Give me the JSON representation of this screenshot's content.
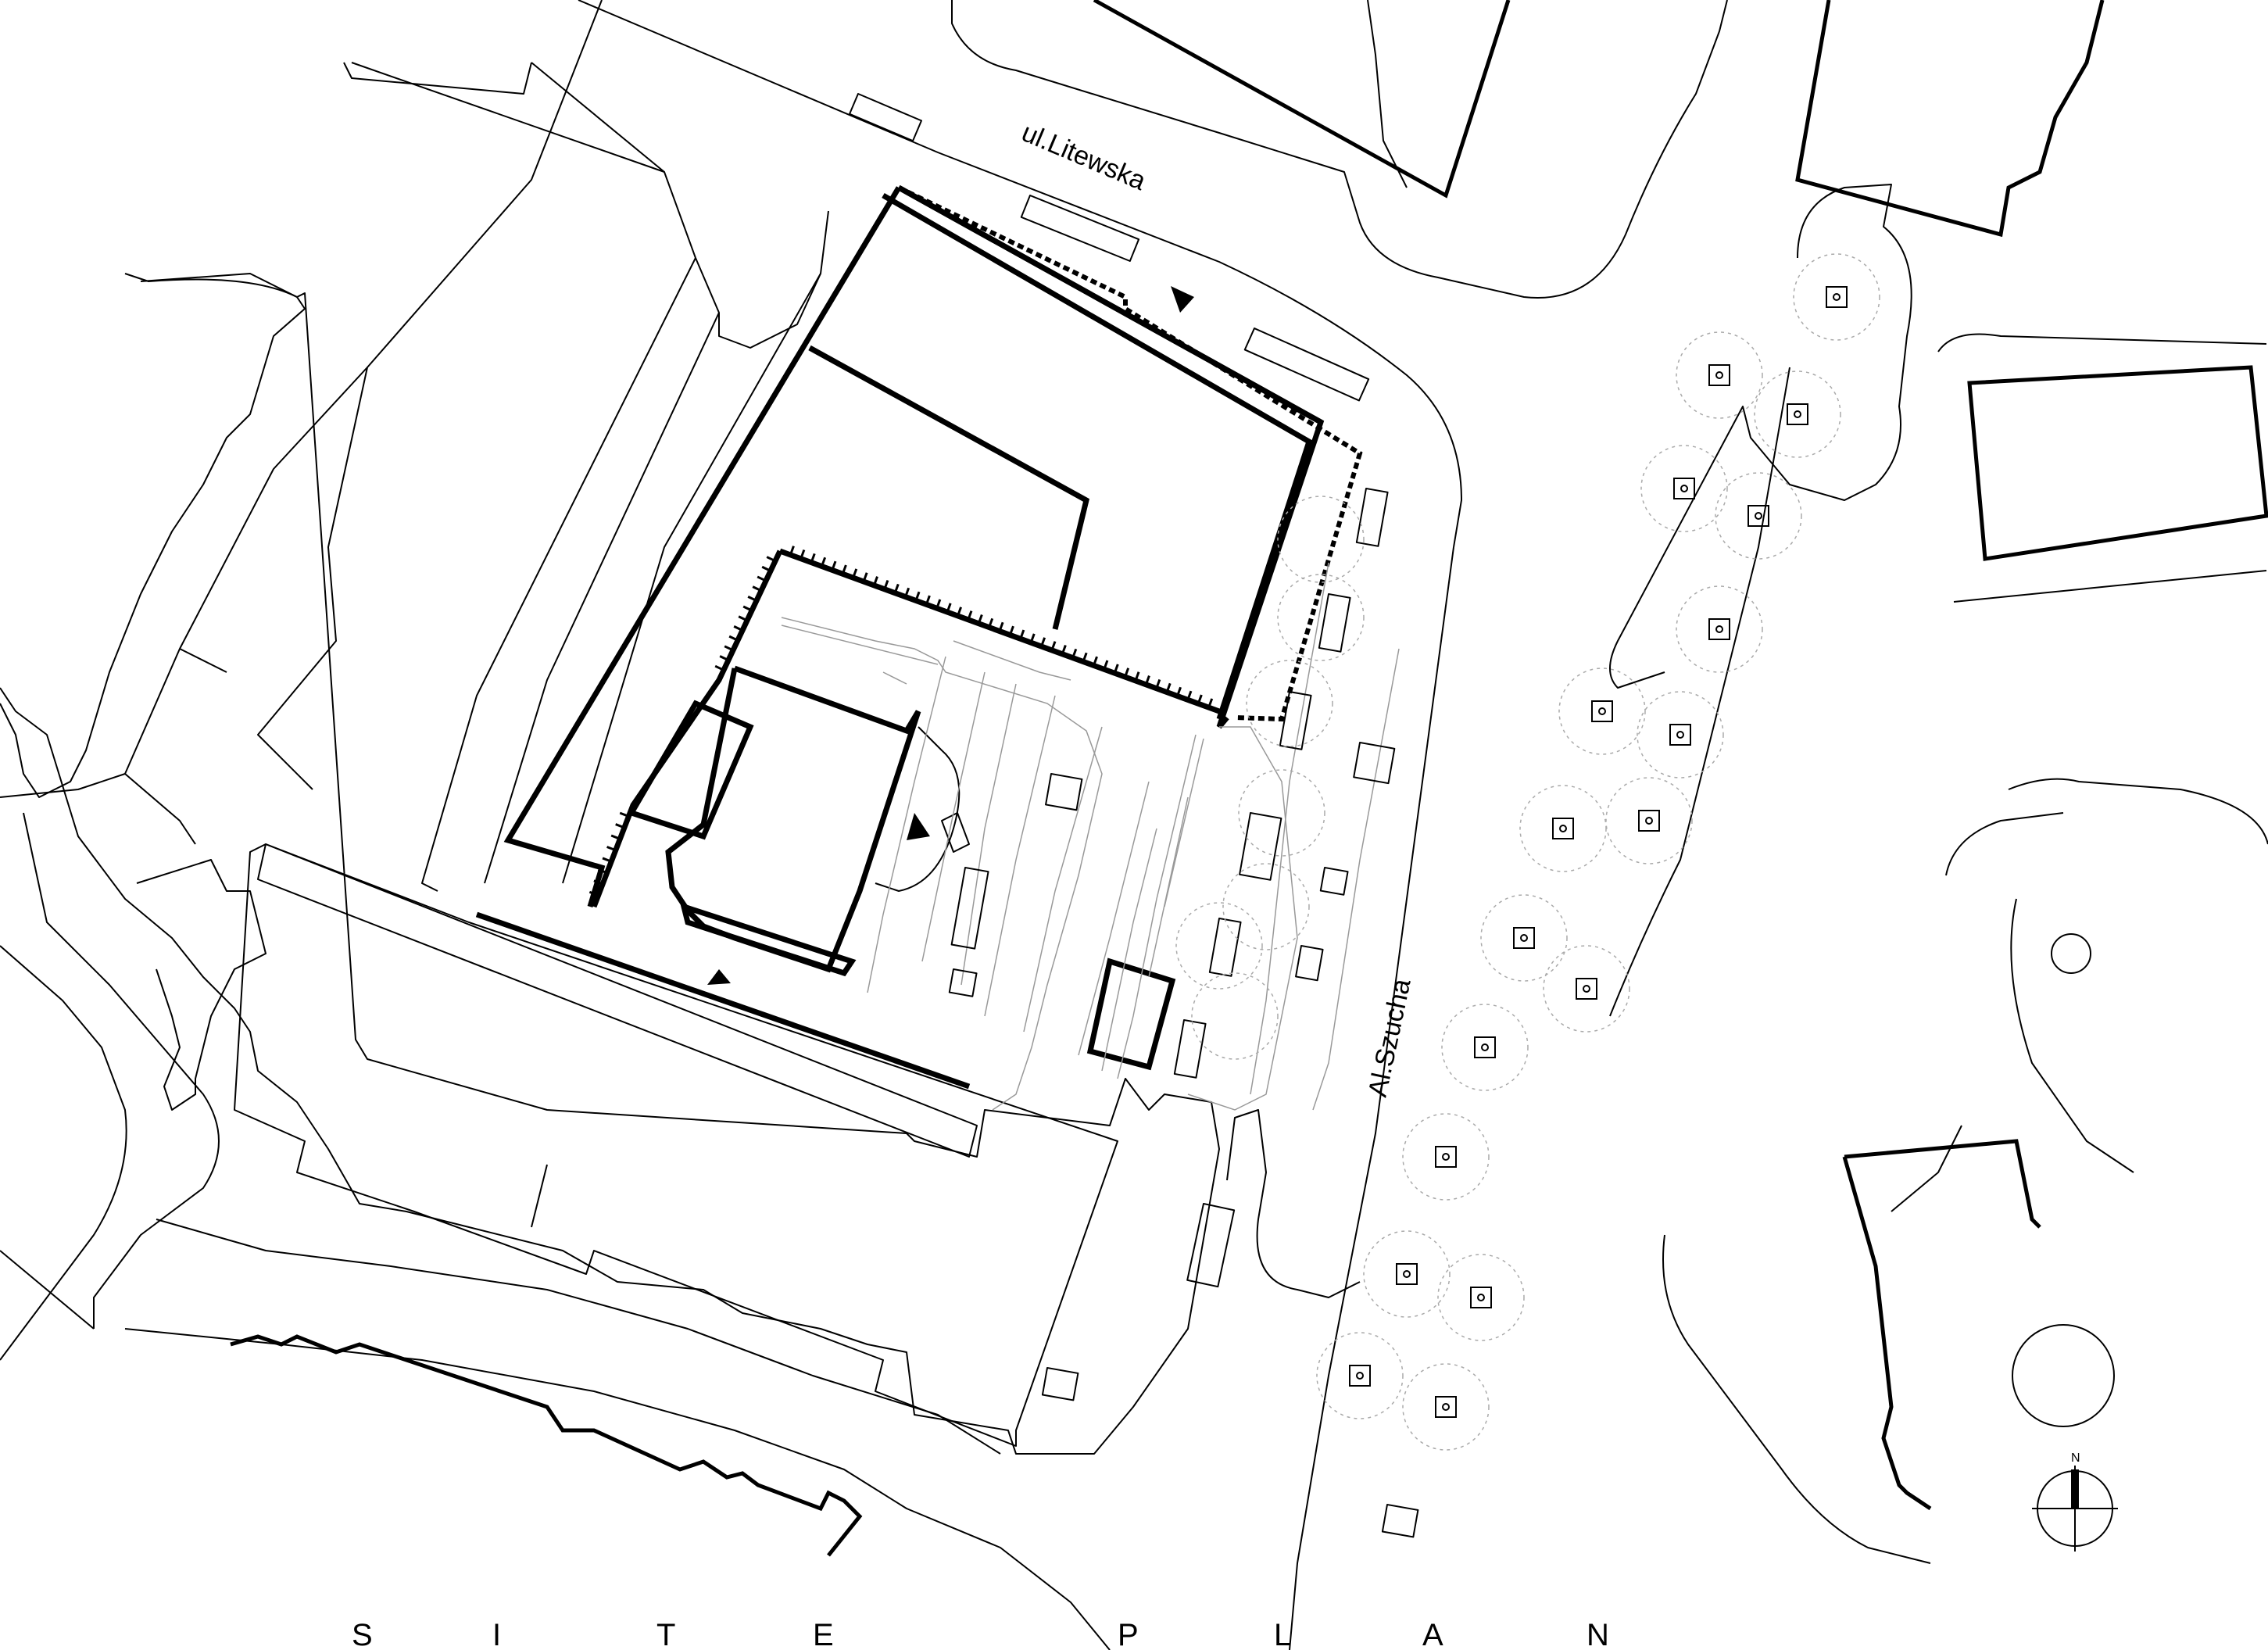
{
  "streets": {
    "litewska": "ul.Litewska",
    "szucha": "Al.Szucha"
  },
  "north_label": "N",
  "caption_letters": [
    "S",
    "I",
    "T",
    "E",
    "P",
    "L",
    "A",
    "N"
  ]
}
